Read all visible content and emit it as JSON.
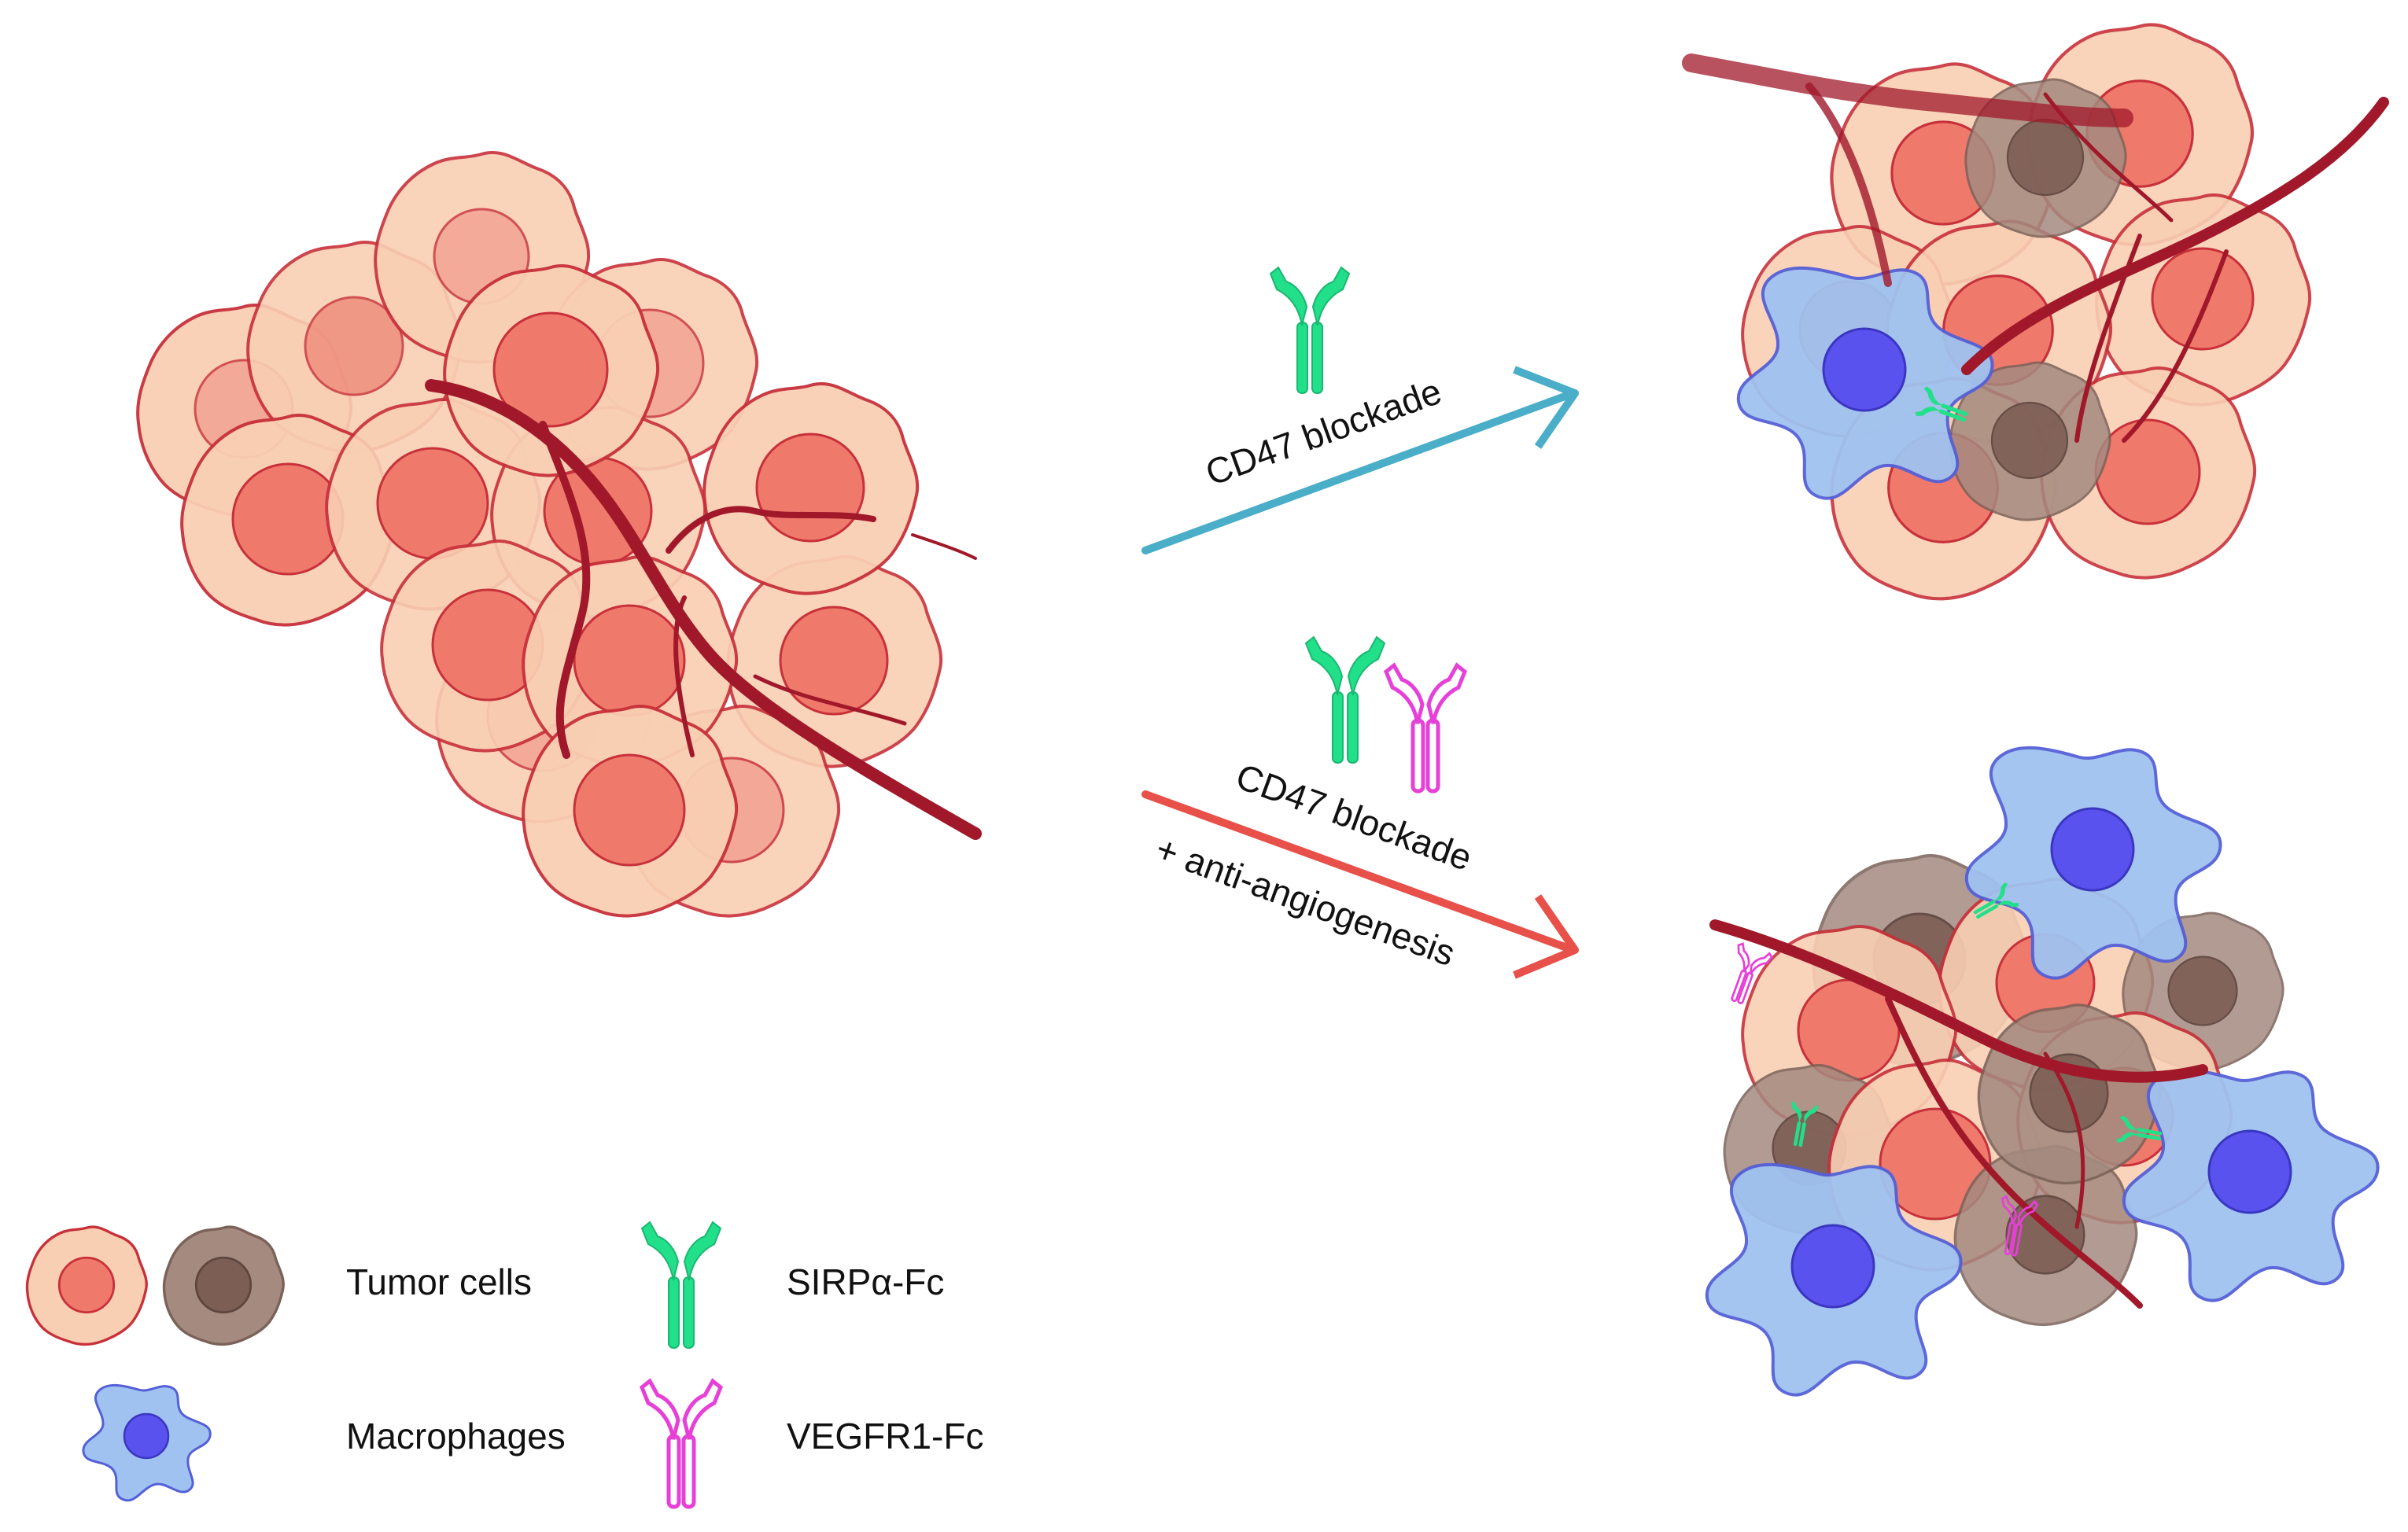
{
  "arrows": {
    "top": {
      "label": "CD47 blockade",
      "color": "#4aaec8"
    },
    "bottom": {
      "label_line1": "CD47 blockade",
      "label_line2": "+ anti-angiogenesis",
      "color": "#e8504a"
    }
  },
  "legend": {
    "tumor_cells": "Tumor cells",
    "macrophages": "Macrophages",
    "sirpa_fc": "SIRPα-Fc",
    "vegfr1_fc": "VEGFR1-Fc"
  },
  "colors": {
    "tumor_fill": "#f9cfb3",
    "tumor_outline": "#c8303a",
    "tumor_nucleus": "#ef7a6c",
    "dead_fill": "#a48a7f",
    "dead_outline": "#7a6259",
    "dead_nucleus": "#7d5e55",
    "macrophage_fill": "#9fc2f0",
    "macrophage_outline": "#5560d8",
    "macrophage_nucleus": "#5a52ee",
    "vessel": "#a0182a",
    "sirpa": "#22e08a",
    "vegfr1": "#e640d8"
  }
}
